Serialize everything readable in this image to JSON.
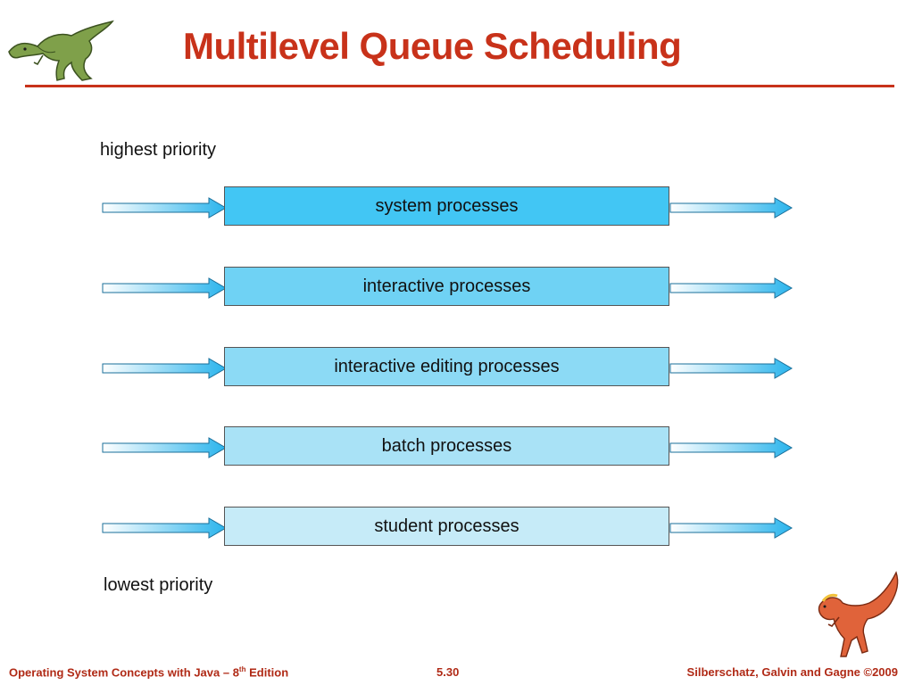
{
  "slide": {
    "title": "Multilevel Queue Scheduling",
    "highest_label": "highest priority",
    "lowest_label": "lowest priority",
    "queues": [
      {
        "label": "system processes",
        "color": "#42c6f4"
      },
      {
        "label": "interactive processes",
        "color": "#6fd2f4"
      },
      {
        "label": "interactive editing processes",
        "color": "#8cdaf5"
      },
      {
        "label": "batch processes",
        "color": "#a9e2f6"
      },
      {
        "label": "student processes",
        "color": "#c6ebf8"
      }
    ]
  },
  "footer": {
    "book_prefix": "Operating System Concepts with Java – 8",
    "book_sup": "th",
    "book_suffix": " Edition",
    "page": "5.30",
    "copyright": "Silberschatz, Galvin and Gagne ©2009"
  },
  "colors": {
    "title": "#c8321a",
    "footer": "#b02a16",
    "arrow": "#2ab4ec"
  },
  "icons": [
    "green-dinosaur-icon",
    "red-dinosaur-icon"
  ]
}
